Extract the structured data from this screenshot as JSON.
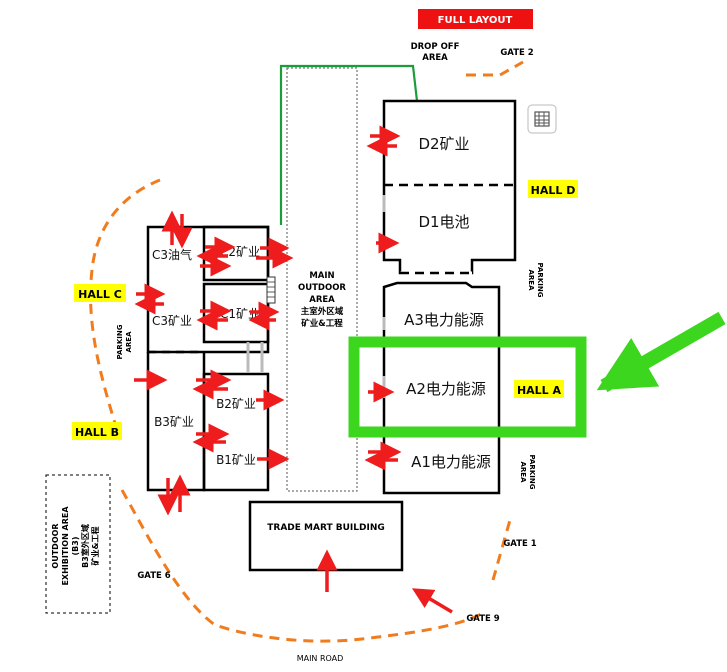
{
  "header": {
    "full_layout_button": "FULL LAYOUT"
  },
  "labels": {
    "drop_off": [
      "DROP OFF",
      "AREA"
    ],
    "gate_2": "GATE 2",
    "gate_1": "GATE 1",
    "gate_6": "GATE 6",
    "gate_9": "GATE 9",
    "main_road": "MAIN ROAD",
    "parking_left": [
      "PARKING",
      "AREA"
    ],
    "parking_right_top": [
      "PARKING",
      "AREA"
    ],
    "parking_right_bottom": [
      "PARKING",
      "AREA"
    ],
    "main_outdoor": [
      "MAIN",
      "OUTDOOR",
      "AREA",
      "主室外区域",
      "矿业&工程"
    ],
    "outdoor_exhibition": [
      "OUTDOOR",
      "EXHIBITION AREA",
      "(B3)",
      "B3室外区域",
      "矿业&工程"
    ],
    "trade_mart": "TRADE MART BUILDING"
  },
  "hall_tags": {
    "hall_a": "HALL A",
    "hall_b": "HALL B",
    "hall_c": "HALL C",
    "hall_d": "HALL D"
  },
  "halls": {
    "d2": "D2矿业",
    "d1": "D1电池",
    "a3": "A3电力能源",
    "a2": "A2电力能源",
    "a1": "A1电力能源",
    "c3_top": "C3油气",
    "c3_bottom": "C3矿业",
    "c2": "C2矿业",
    "c1": "C1矿业",
    "b3": "B3矿业",
    "b2": "B2矿业",
    "b1": "B1矿业"
  },
  "icons": {
    "fullscreen": "fullscreen-icon"
  },
  "colors": {
    "arrow": "#ee1c1c",
    "route": "#f07c1e",
    "highlight": "#3cd61e",
    "tag": "#ffff00",
    "header_btn": "#ee1111",
    "green_line": "#1a9e3a"
  }
}
